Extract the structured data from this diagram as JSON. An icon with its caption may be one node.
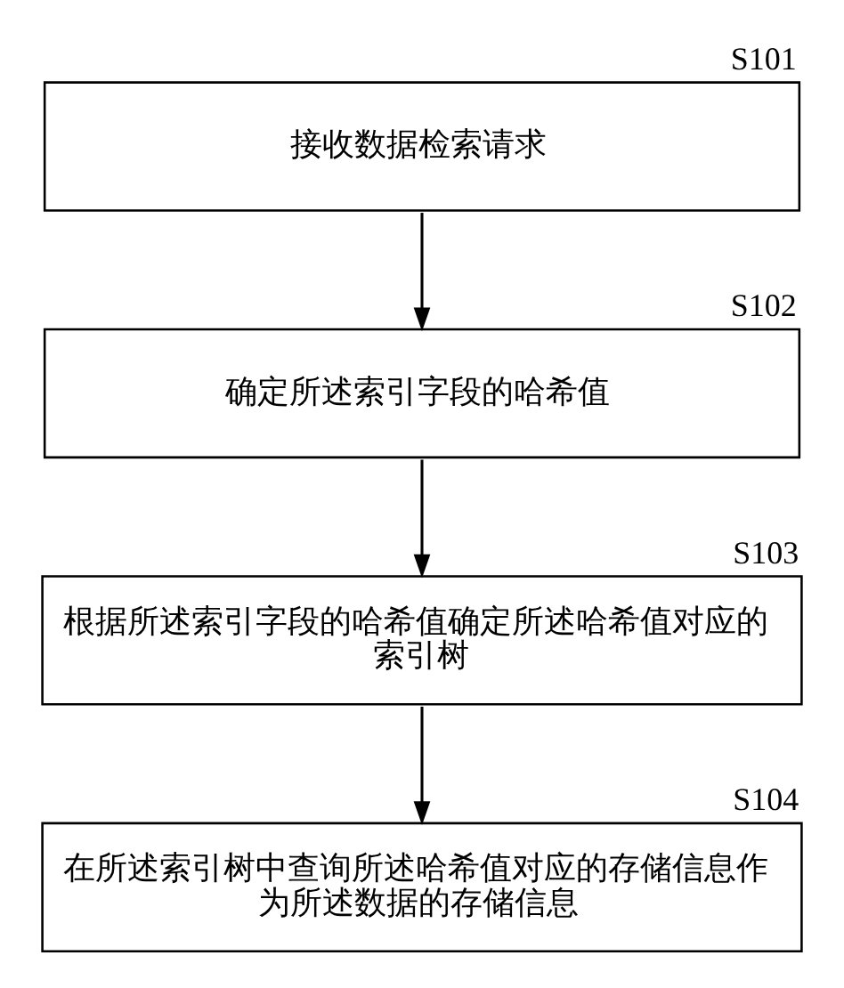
{
  "diagram": {
    "nodes": [
      {
        "text": [
          "接收数据检索请求"
        ],
        "beside": [
          "S101"
        ]
      },
      {
        "text": [
          "确定所述索引字段的哈希值"
        ],
        "beside": [
          "S102"
        ]
      },
      {
        "text": [
          "根据所述索引字段的哈希值确定所述哈希值对应的索引树"
        ],
        "beside": [
          "S103"
        ]
      },
      {
        "text": [
          "在所述索引树中查询所述哈希值对应的存储信息作为所述数据的存储信息"
        ],
        "beside": [
          "S104"
        ]
      }
    ],
    "edges": [
      {
        "from": 0,
        "to": 1,
        "arrow": "to"
      },
      {
        "from": 1,
        "to": 2,
        "arrow": "to"
      },
      {
        "from": 2,
        "to": 3,
        "arrow": "to"
      }
    ]
  }
}
